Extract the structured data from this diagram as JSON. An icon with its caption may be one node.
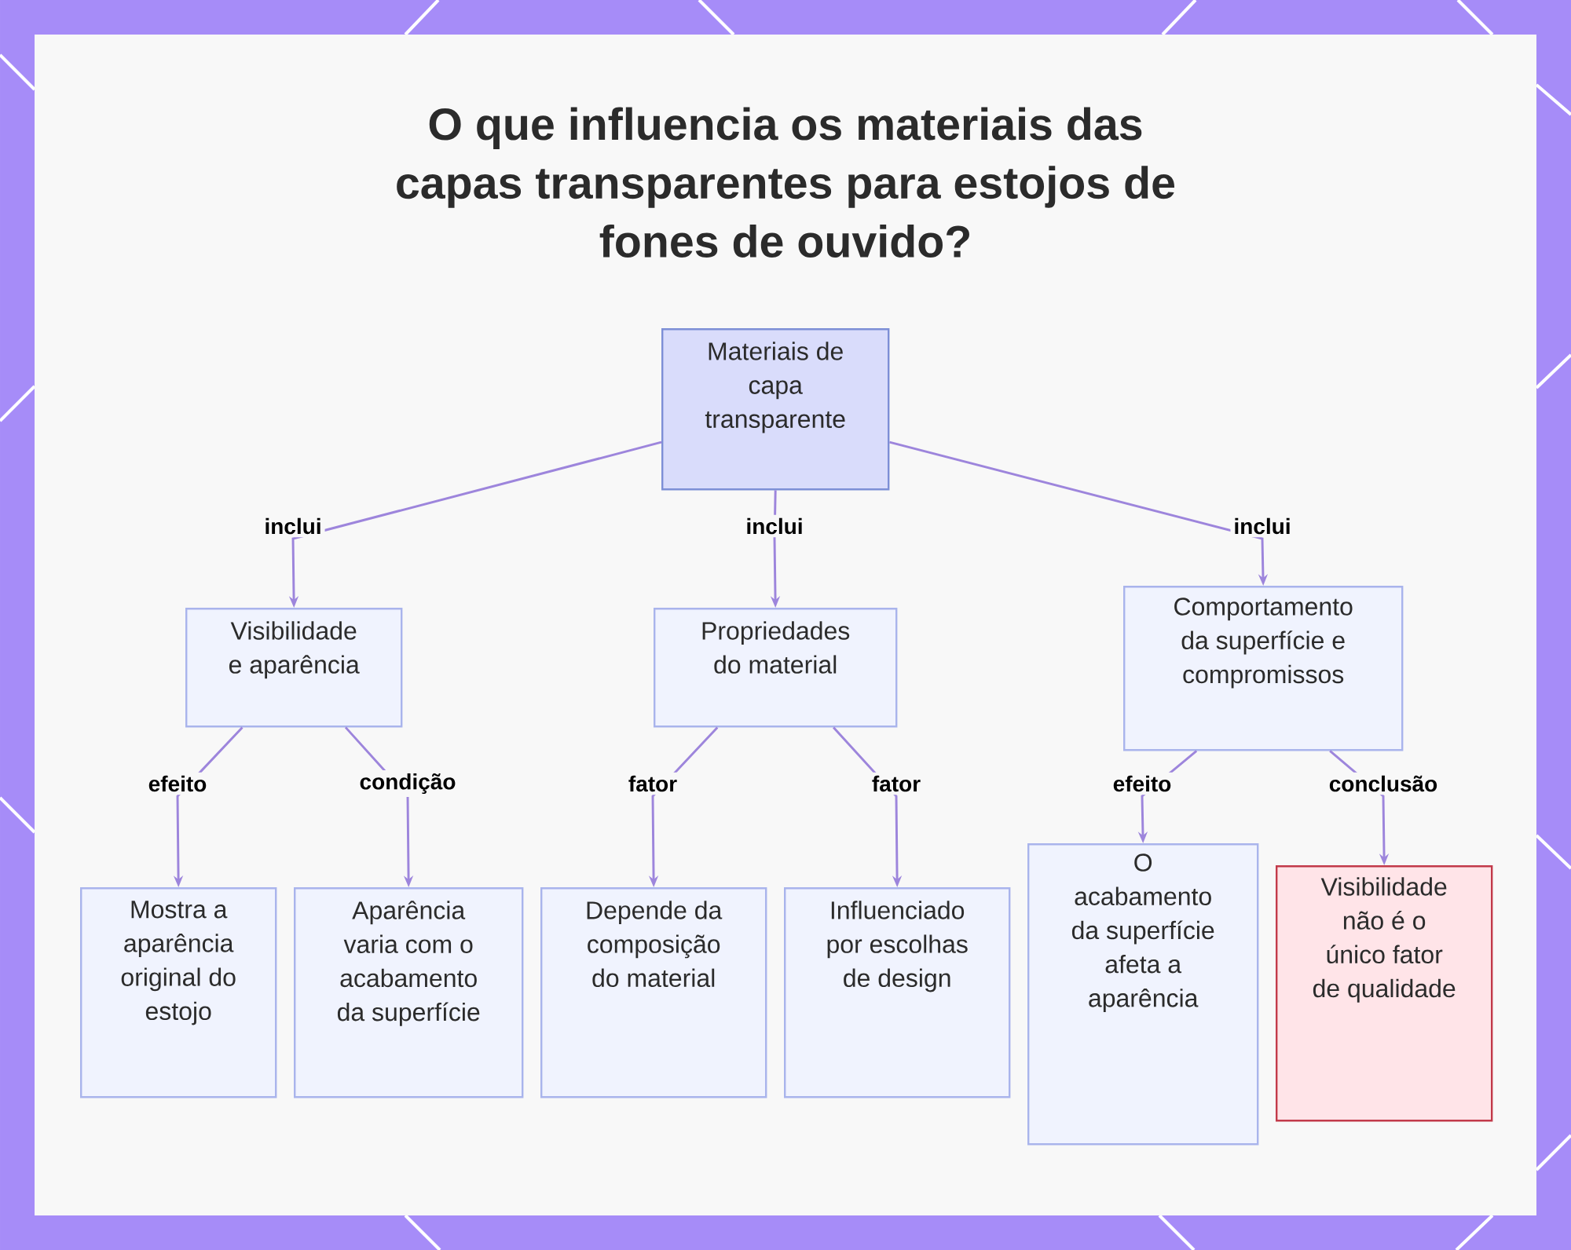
{
  "diagram": {
    "title": "O que influencia os materiais das capas transparentes para estojos de fones de ouvido?",
    "nodes": [
      {
        "text": [
          "Materiais de capa transparente"
        ]
      },
      {
        "text": [
          "Visibilidade e aparência"
        ]
      },
      {
        "text": [
          "Propriedades do material"
        ]
      },
      {
        "text": [
          "Comportamento da superfície e compromissos"
        ]
      },
      {
        "text": [
          "Mostra a aparência original do estojo"
        ]
      },
      {
        "text": [
          "Aparência varia com o acabamento da superfície"
        ]
      },
      {
        "text": [
          "Depende da composição do material"
        ]
      },
      {
        "text": [
          "Influenciado por escolhas de design"
        ]
      },
      {
        "text": [
          "O acabamento da superfície afeta a aparência"
        ]
      },
      {
        "text": [
          "Visibilidade não é o único fator de qualidade"
        ]
      }
    ],
    "edges": [
      {
        "from": 0,
        "to": 1,
        "arrow": "to",
        "label": "inclui"
      },
      {
        "from": 0,
        "to": 2,
        "arrow": "to",
        "label": "inclui"
      },
      {
        "from": 0,
        "to": 3,
        "arrow": "to",
        "label": "inclui"
      },
      {
        "from": 1,
        "to": 4,
        "arrow": "to",
        "label": "efeito"
      },
      {
        "from": 1,
        "to": 5,
        "arrow": "to",
        "label": "condição"
      },
      {
        "from": 2,
        "to": 6,
        "arrow": "to",
        "label": "fator"
      },
      {
        "from": 2,
        "to": 7,
        "arrow": "to",
        "label": "fator"
      },
      {
        "from": 3,
        "to": 8,
        "arrow": "to",
        "label": "efeito"
      },
      {
        "from": 3,
        "to": 9,
        "arrow": "to",
        "label": "conclusão"
      }
    ]
  }
}
